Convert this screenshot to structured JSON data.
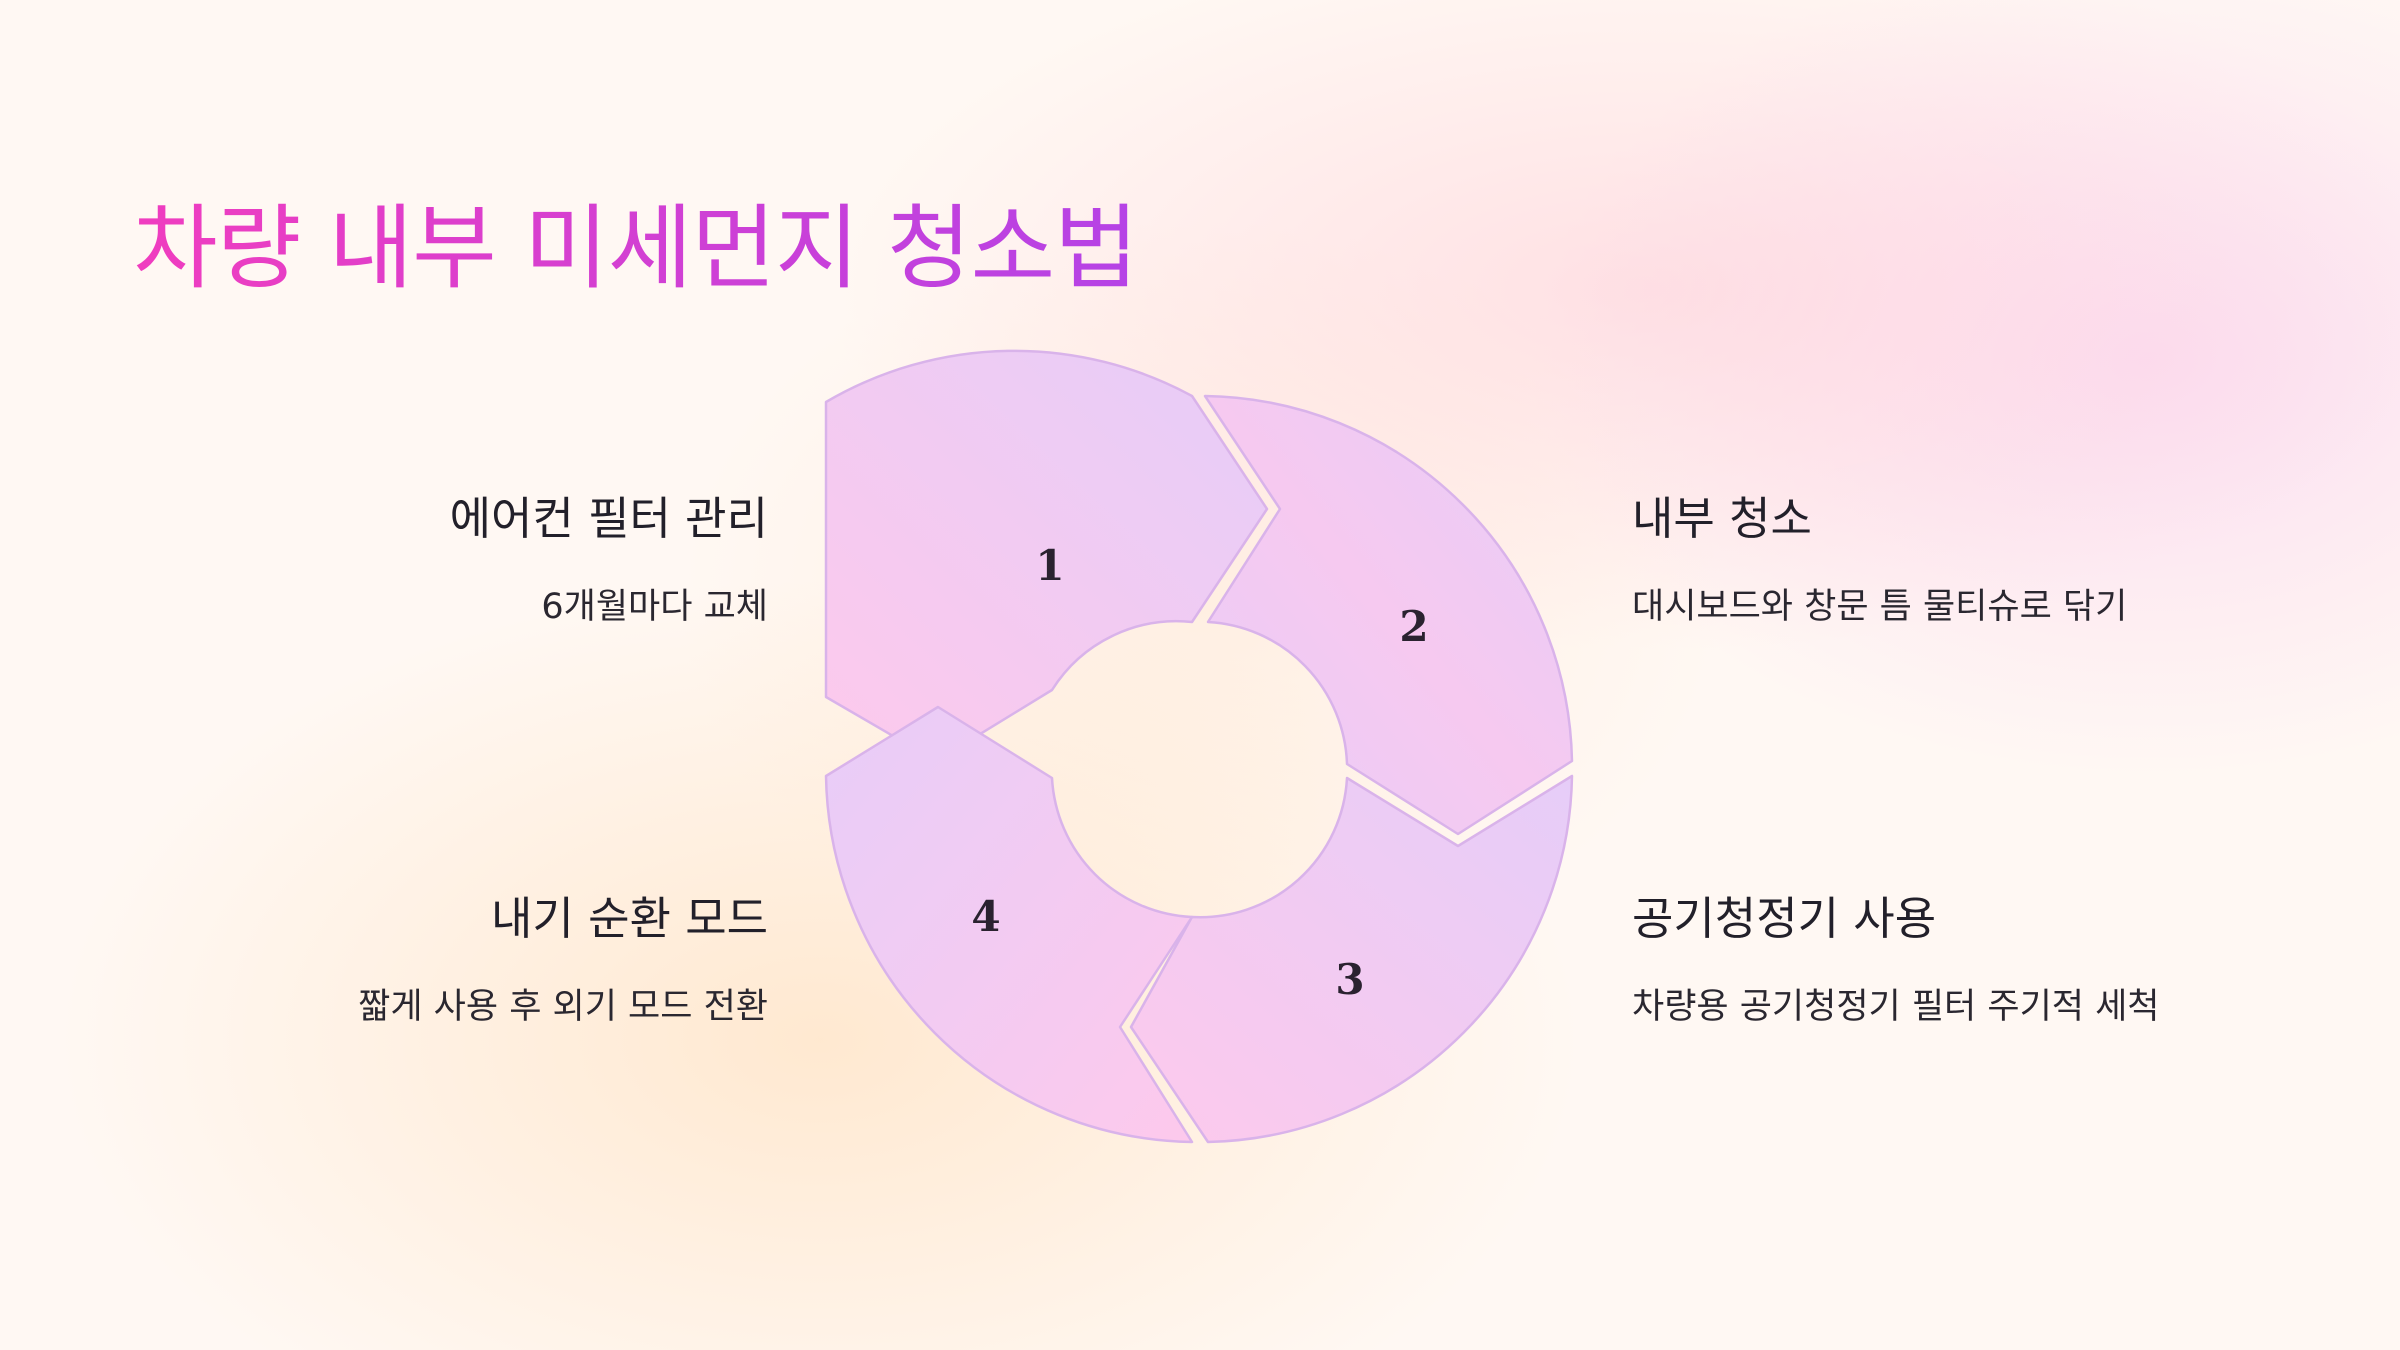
{
  "slide": {
    "title": "차량 내부 미세먼지 청소법"
  },
  "cycle": {
    "segments": [
      {
        "number": "1",
        "title": "에어컨 필터 관리",
        "description": "6개월마다 교체"
      },
      {
        "number": "2",
        "title": "내부 청소",
        "description": "대시보드와 창문 틈 물티슈로 닦기"
      },
      {
        "number": "3",
        "title": "공기청정기 사용",
        "description": "차량용 공기청정기 필터 주기적 세척"
      },
      {
        "number": "4",
        "title": "내기 순환 모드",
        "description": "짧게 사용 후 외기 모드 전환"
      }
    ]
  },
  "colors": {
    "title_gradient_start": "#f03dbf",
    "title_gradient_end": "#b542e6",
    "segment_fill_light": "#e6cdf8",
    "segment_fill_pink": "#fdc9ec",
    "segment_stroke": "#d9b3ea"
  }
}
